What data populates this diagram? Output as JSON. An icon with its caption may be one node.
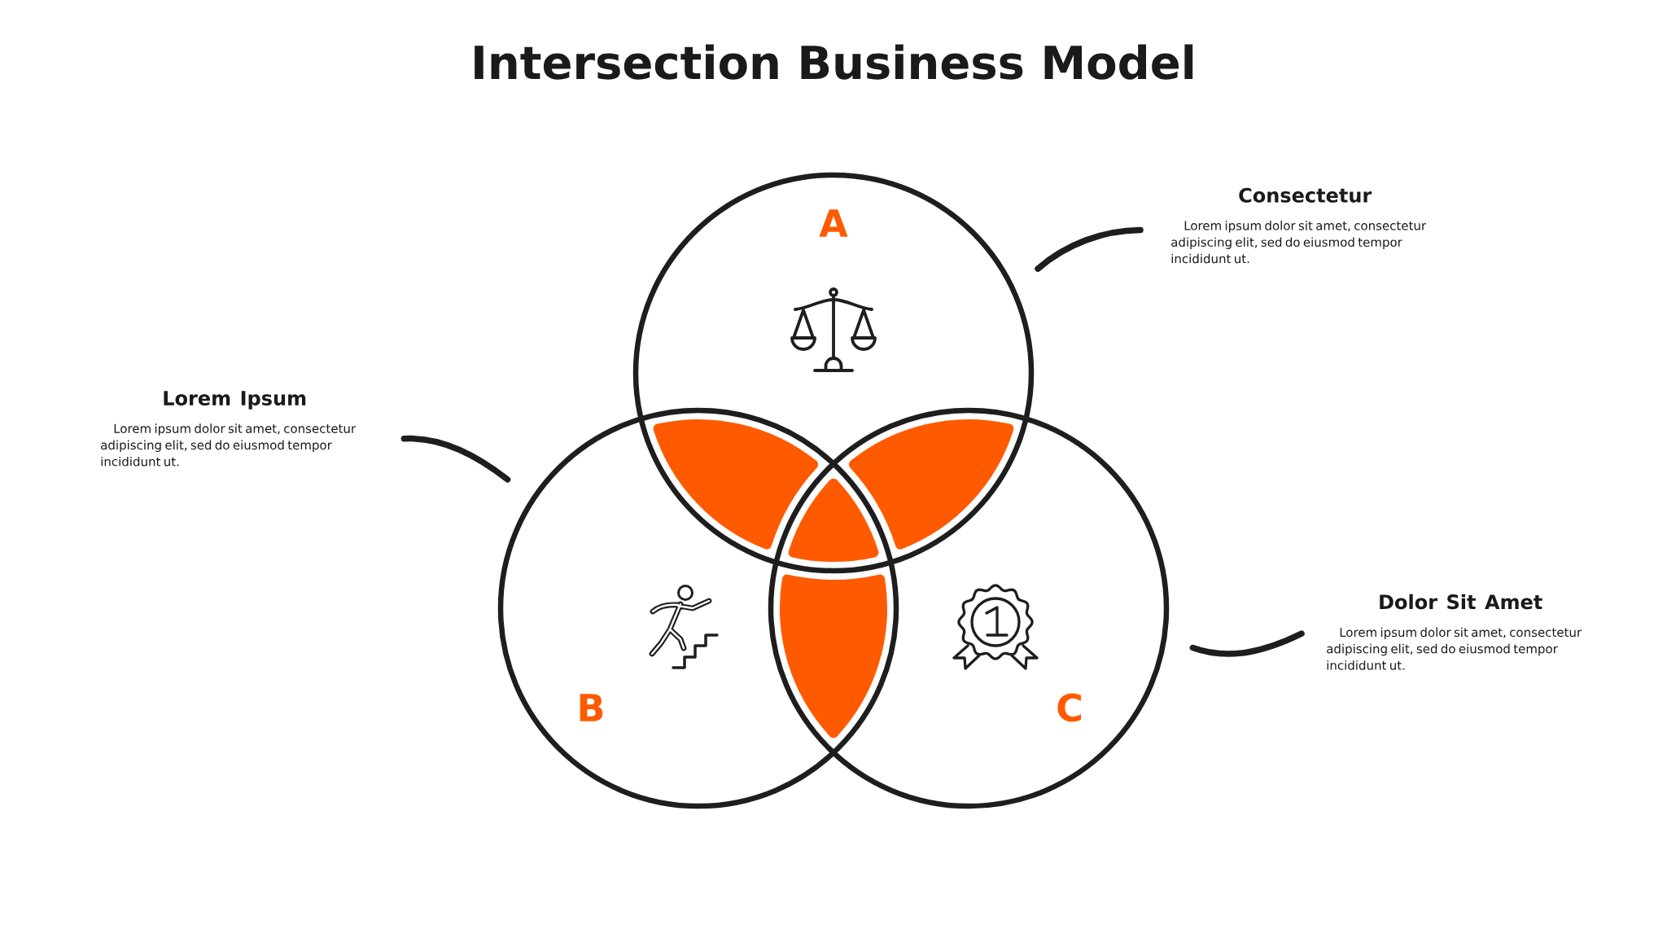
{
  "diagram": {
    "title": "Intersection Business Model",
    "nodes": [
      {
        "text": [
          "A"
        ]
      },
      {
        "text": [
          "Consectetur",
          "Lorem ipsum dolor sit amet, consectetur adipiscing elit, sed do eiusmod tempor incididunt ut."
        ]
      },
      {
        "text": [
          "Lorem Ipsum",
          "Lorem ipsum dolor sit amet, consectetur adipiscing elit, sed do eiusmod tempor incididunt ut."
        ]
      },
      {
        "text": [
          "B"
        ]
      },
      {
        "text": [
          "C"
        ]
      },
      {
        "text": [],
        "shape": "lens"
      },
      {
        "text": [],
        "shape": "lens"
      },
      {
        "text": [],
        "shape": "triangle"
      },
      {
        "text": [],
        "shape": "lens"
      },
      {
        "text": [
          "Dolor Sit Amet",
          "Lorem ipsum dolor sit amet, consectetur adipiscing elit, sed do eiusmod tempor incididunt ut."
        ]
      }
    ],
    "edges": [
      {
        "from": 1,
        "to": 0,
        "arrow": "none"
      },
      {
        "from": 2,
        "to": 3,
        "arrow": "none"
      },
      {
        "from": 9,
        "to": 4,
        "arrow": "none"
      }
    ]
  }
}
